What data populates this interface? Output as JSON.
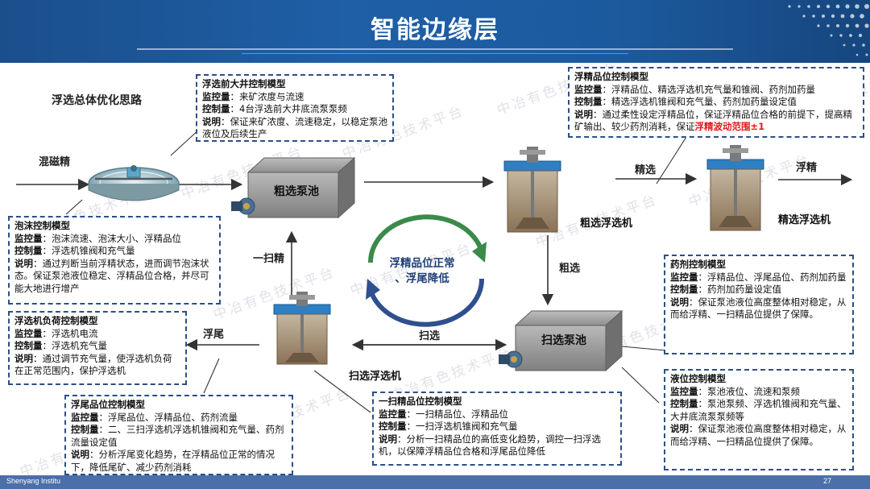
{
  "header": {
    "title": "智能边缘层"
  },
  "footer": {
    "org": "Shenyang Institu",
    "page": "27"
  },
  "watermark": "中冶有色技术平台",
  "section_title": "浮选总体优化思路",
  "labels": {
    "input_feed": "混磁精",
    "rougher_tank": "粗选泵池",
    "scavenger_tank": "扫选泵池",
    "rougher_cell": "粗选浮选机",
    "cleaner_cell": "精选浮选机",
    "scavenger_cell": "扫选浮选机",
    "cleaning": "精选",
    "concentrate": "浮精",
    "rougher_conc": "粗选",
    "scav_label": "扫选",
    "scav1_conc": "一扫精",
    "tailings": "浮尾",
    "center_line1": "浮精品位正常",
    "center_line2": "、浮尾降低"
  },
  "models": {
    "well": {
      "title": "浮选前大井控制模型",
      "monitor_k": "监控量",
      "monitor": "：来矿浓度与流速",
      "control_k": "控制量",
      "control": "：4台浮选前大井底流泵泵频",
      "note_k": "说明",
      "note": "：保证来矿浓度、流速稳定，以稳定泵池液位及后续生产"
    },
    "conc_grade": {
      "title": "浮精品位控制模型",
      "monitor_k": "监控量",
      "monitor": "：浮精品位、精选浮选机充气量和锥阀、药剂加药量",
      "control_k": "控制量",
      "control": "：精选浮选机锥阀和充气量、药剂加药量设定值",
      "note_k": "说明",
      "note": "：通过柔性设定浮精品位，保证浮精品位合格的前提下，提高精矿输出、较少药剂消耗，保证",
      "note_hl": "浮精波动范围±1"
    },
    "foam": {
      "title": "泡沫控制模型",
      "monitor_k": "监控量",
      "monitor": "：泡沫流速、泡沫大小、浮精品位",
      "control_k": "控制量",
      "control": "：浮选机锥阀和充气量",
      "note_k": "说明",
      "note": "：通过判断当前浮精状态，进而调节泡沫状态。保证泵池液位稳定、浮精品位合格，并尽可能大地进行增产"
    },
    "load": {
      "title": "浮选机负荷控制模型",
      "monitor_k": "监控量",
      "monitor": "：浮选机电流",
      "control_k": "控制量",
      "control": "：浮选机充气量",
      "note_k": "说明",
      "note": "：通过调节充气量，使浮选机负荷在正常范围内，保护浮选机"
    },
    "tail_grade": {
      "title": "浮尾品位控制模型",
      "monitor_k": "监控量",
      "monitor": "：浮尾品位、浮精品位、药剂流量",
      "control_k": "控制量",
      "control": "：二、三扫浮选机浮选机锥阀和充气量、药剂流量设定值",
      "note_k": "说明",
      "note": "：分析浮尾变化趋势，在浮精品位正常的情况下，降低尾矿、减少药剂消耗"
    },
    "scav_grade": {
      "title": "一扫精品位控制模型",
      "monitor_k": "监控量",
      "monitor": "：一扫精品位、浮精品位",
      "control_k": "控制量",
      "control": "：一扫浮选机锥阀和充气量",
      "note_k": "说明",
      "note": "：分析一扫精品位的高低变化趋势，调控一扫浮选机，以保障浮精品位合格和浮尾品位降低"
    },
    "reagent": {
      "title": "药剂控制模型",
      "monitor_k": "监控量",
      "monitor": "：浮精品位、浮尾品位、药剂加药量",
      "control_k": "控制量",
      "control": "：药剂加药量设定值",
      "note_k": "说明",
      "note": "：保证泵池液位高度整体相对稳定，从而给浮精、一扫精品位提供了保障。"
    },
    "level": {
      "title": "液位控制模型",
      "monitor_k": "监控量",
      "monitor": "：泵池液位、流速和泵频",
      "control_k": "控制量",
      "control": "：泵池泵频、浮选机锥阀和充气量、大井底流泵泵频等",
      "note_k": "说明",
      "note": "：保证泵池液位高度整体相对稳定，从而给浮精、一扫精品位提供了保障。"
    }
  },
  "icons": [
    "thickener-icon",
    "pump-icon",
    "flotation-cell-icon",
    "cycle-arrows-icon",
    "arrow-icon"
  ],
  "colors": {
    "header_blue": "#1f5fa6",
    "box_border": "#2d4f86",
    "highlight_red": "#e0191b",
    "cycle_green": "#3a8a4a",
    "cycle_blue": "#2f4f8f"
  }
}
